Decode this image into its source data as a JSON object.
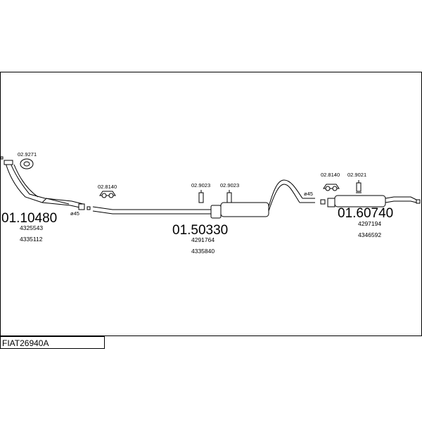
{
  "diagram": {
    "code": "FIAT26940A",
    "parts": [
      {
        "number": "01.10480",
        "refs": [
          "4325543",
          "4335112"
        ]
      },
      {
        "number": "01.50330",
        "refs": [
          "4291764",
          "4335840"
        ]
      },
      {
        "number": "01.60740",
        "refs": [
          "4297194",
          "4346592"
        ]
      }
    ],
    "accessories": {
      "gasket_front": "02.9271",
      "hanger_left": "02.8140",
      "clamp_a": "02.9023",
      "clamp_b": "02.9023",
      "hanger_right": "02.8140",
      "clamp_right": "02.9021"
    },
    "diameters": {
      "left": "ø45",
      "right": "ø45"
    }
  }
}
